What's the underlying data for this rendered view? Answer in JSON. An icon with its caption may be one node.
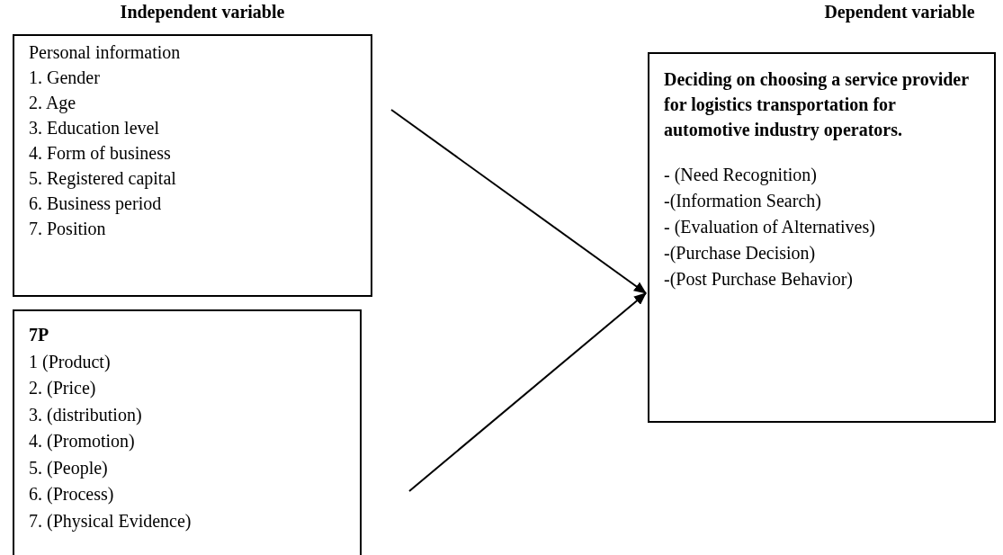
{
  "diagram": {
    "nodes": [
      {
        "text": [
          "Personal information",
          "1. Gender",
          "2. Age",
          "3. Education level",
          "4. Form of business",
          "5. Registered capital",
          "6. Business period",
          "7. Position"
        ]
      },
      {
        "text": [
          "7P",
          "1 (Product)",
          "2. (Price)",
          "3. (distribution)",
          "4. (Promotion)",
          "5. (People)",
          "6.  (Process)",
          "7.  (Physical Evidence)"
        ]
      },
      {
        "text": [
          "Deciding on choosing a service provider for logistics transportation for automotive industry operators.",
          "- (Need Recognition)",
          "-(Information Search)",
          "- (Evaluation of Alternatives)",
          "-(Purchase Decision)",
          "-(Post Purchase Behavior)"
        ]
      }
    ],
    "edges": [
      {
        "from": null,
        "to": 2,
        "arrow": "to"
      },
      {
        "from": null,
        "to": 2,
        "arrow": "to"
      }
    ],
    "labels": [
      "Independent variable",
      "Dependent variable"
    ]
  }
}
